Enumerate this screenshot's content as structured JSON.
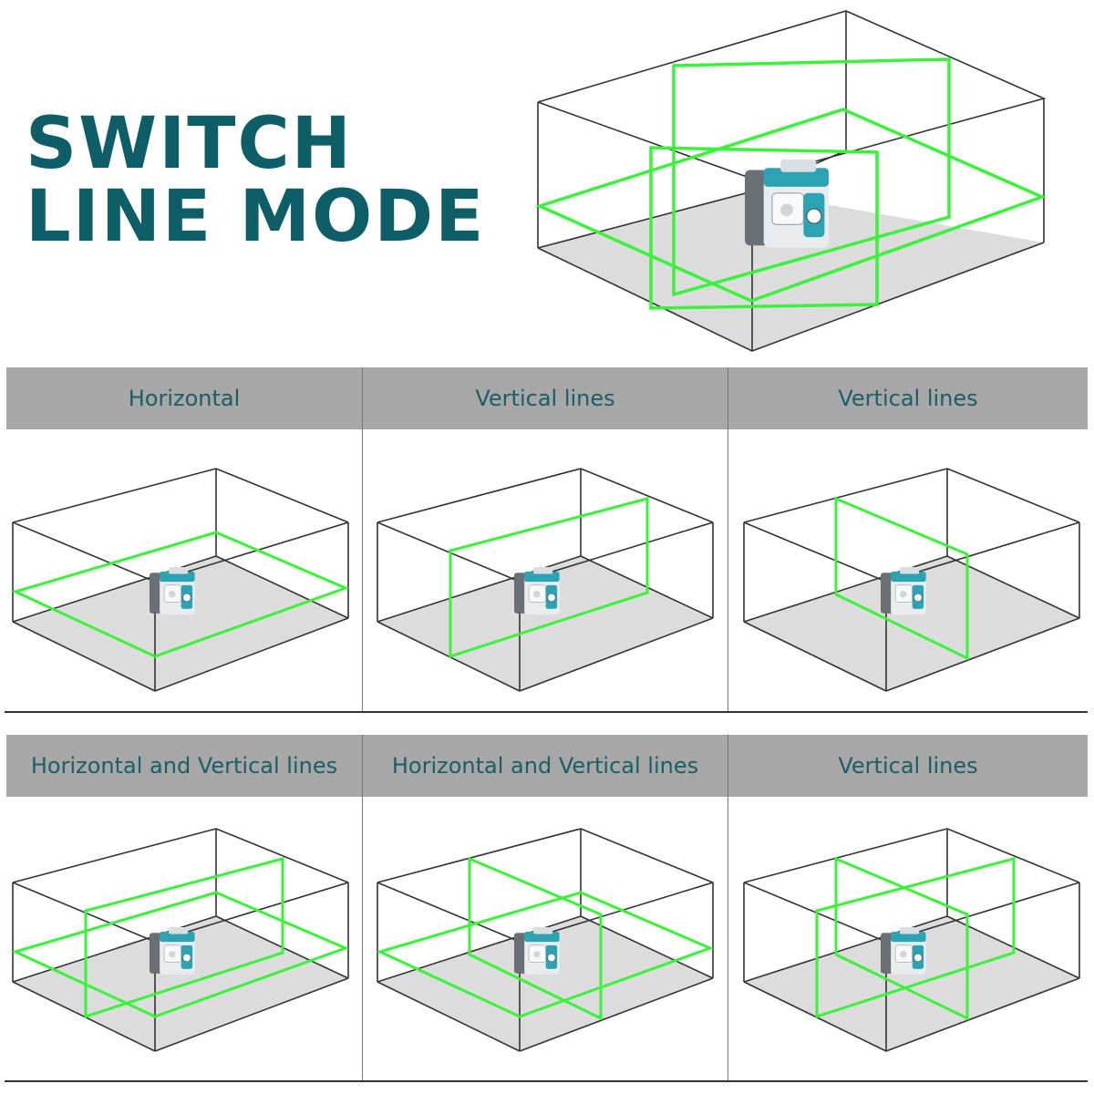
{
  "hero": {
    "title_line1": "SWITCH",
    "title_line2": "LINE MODE"
  },
  "brand_colors": {
    "title": "#0e5e67",
    "header_band": "#a7a7a7",
    "laser": "#3bf23b",
    "device_accent": "#2ba3b3"
  },
  "modes": [
    {
      "label": "Horizontal",
      "lasers": [
        "horizontal"
      ]
    },
    {
      "label": "Vertical lines",
      "lasers": [
        "vertical-front"
      ]
    },
    {
      "label": "Vertical lines",
      "lasers": [
        "vertical-side"
      ]
    },
    {
      "label": "Horizontal and Vertical lines",
      "lasers": [
        "horizontal",
        "vertical-front"
      ]
    },
    {
      "label": "Horizontal and Vertical lines",
      "lasers": [
        "horizontal",
        "vertical-side"
      ]
    },
    {
      "label": "Vertical lines",
      "lasers": [
        "vertical-front",
        "vertical-side"
      ]
    }
  ]
}
